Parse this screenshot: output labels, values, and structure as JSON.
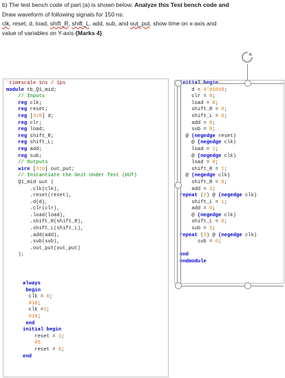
{
  "question": {
    "line1_pre": "b) The test bench code of part (a) is shown below. ",
    "line1_bold": "Analyze this Test bench code and",
    "line2": "Draw waveform of following signals for 150 ns:",
    "line3": [
      {
        "t": "clk",
        "w": true
      },
      {
        "t": ", reset, d, load, ",
        "w": false
      },
      {
        "t": "shift_R",
        "w": true
      },
      {
        "t": ", ",
        "w": false
      },
      {
        "t": "shift_L",
        "w": true
      },
      {
        "t": ", add, sub, and ",
        "w": false
      },
      {
        "t": "out_put",
        "w": true
      },
      {
        "t": ", show time on x-axis and",
        "w": false
      }
    ],
    "line4_pre": "value of variables on Y-axis ",
    "line4_bold": "{Marks 4}"
  },
  "left_code": [
    [
      [
        "st",
        "`timescale 1ns / 1ps"
      ]
    ],
    [
      [
        "kw",
        "module"
      ],
      [
        "pl",
        " tb_Q1_mid;"
      ]
    ],
    [
      [
        "cm",
        "    // Inputs"
      ]
    ],
    [
      [
        "kw",
        "    reg"
      ],
      [
        "pl",
        " clk;"
      ]
    ],
    [
      [
        "kw",
        "    reg"
      ],
      [
        "pl",
        " reset;"
      ]
    ],
    [
      [
        "kw",
        "    reg"
      ],
      [
        "pl",
        " ["
      ],
      [
        "nm",
        "3"
      ],
      [
        "pl",
        ":"
      ],
      [
        "nm",
        "0"
      ],
      [
        "pl",
        "] d;"
      ]
    ],
    [
      [
        "kw",
        "    reg"
      ],
      [
        "pl",
        " clr;"
      ]
    ],
    [
      [
        "kw",
        "    reg"
      ],
      [
        "pl",
        " load;"
      ]
    ],
    [
      [
        "kw",
        "    reg"
      ],
      [
        "pl",
        " shift_R;"
      ]
    ],
    [
      [
        "kw",
        "    reg"
      ],
      [
        "pl",
        " shift_L;"
      ]
    ],
    [
      [
        "kw",
        "    reg"
      ],
      [
        "pl",
        " add;"
      ]
    ],
    [
      [
        "kw",
        "    reg"
      ],
      [
        "pl",
        " sub;"
      ]
    ],
    [
      [
        "cm",
        "    // Outputs"
      ]
    ],
    [
      [
        "kw",
        "    wire"
      ],
      [
        "pl",
        " ["
      ],
      [
        "nm",
        "3"
      ],
      [
        "pl",
        ":"
      ],
      [
        "nm",
        "0"
      ],
      [
        "pl",
        "] out_put;"
      ]
    ],
    [
      [
        "cm",
        "    // Instantiate the Unit Under Test (UUT)"
      ]
    ],
    [
      [
        "pl",
        "    Q1_mid uut ("
      ]
    ],
    [
      [
        "pl",
        "        .clk(clk),"
      ]
    ],
    [
      [
        "pl",
        "        .reset(reset),"
      ]
    ],
    [
      [
        "pl",
        "        .d(d),"
      ]
    ],
    [
      [
        "pl",
        "        .clr(clr),"
      ]
    ],
    [
      [
        "pl",
        "        .load(load),"
      ]
    ],
    [
      [
        "pl",
        "        .shift_R(shift_R),"
      ]
    ],
    [
      [
        "pl",
        "        .shift_L(shift_L),"
      ]
    ],
    [
      [
        "pl",
        "        .add(add),"
      ]
    ],
    [
      [
        "pl",
        "        .sub(sub),"
      ]
    ],
    [
      [
        "pl",
        "        .out_put(out_put)"
      ]
    ],
    [
      [
        "pl",
        "    );"
      ]
    ]
  ],
  "left_code2": [
    [
      [
        "kw",
        "always"
      ]
    ],
    [
      [
        "kw",
        " begin"
      ]
    ],
    [
      [
        "pl",
        "  clk = "
      ],
      [
        "nm",
        "0"
      ],
      [
        "pl",
        ";"
      ]
    ],
    [
      [
        "pl",
        "  "
      ],
      [
        "nm",
        "#10"
      ],
      [
        "pl",
        ";"
      ]
    ],
    [
      [
        "pl",
        "  clk ="
      ],
      [
        "nm",
        "1"
      ],
      [
        "pl",
        ";"
      ]
    ],
    [
      [
        "pl",
        "  "
      ],
      [
        "nm",
        "#10"
      ],
      [
        "pl",
        ";"
      ]
    ],
    [
      [
        "kw",
        " end"
      ]
    ],
    [
      [
        "kw",
        "initial begin"
      ]
    ],
    [
      [
        "pl",
        "    reset = "
      ],
      [
        "nm",
        "1"
      ],
      [
        "pl",
        ";"
      ]
    ],
    [
      [
        "pl",
        "    "
      ],
      [
        "nm",
        "#5"
      ]
    ],
    [
      [
        "pl",
        "    reset = "
      ],
      [
        "nm",
        "0"
      ],
      [
        "pl",
        ";"
      ]
    ],
    [
      [
        "kw",
        "end"
      ]
    ]
  ],
  "right_code": [
    [
      [
        "kw",
        "initial begin"
      ]
    ],
    [
      [
        "pl",
        "    d = "
      ],
      [
        "nm",
        "4'b1010"
      ],
      [
        "pl",
        ";"
      ]
    ],
    [
      [
        "pl",
        "    clr = "
      ],
      [
        "nm",
        "0"
      ],
      [
        "pl",
        ";"
      ]
    ],
    [
      [
        "pl",
        "    load = "
      ],
      [
        "nm",
        "0"
      ],
      [
        "pl",
        ";"
      ]
    ],
    [
      [
        "pl",
        "    shift_R = "
      ],
      [
        "nm",
        "0"
      ],
      [
        "pl",
        ";"
      ]
    ],
    [
      [
        "pl",
        "    shift_L = "
      ],
      [
        "nm",
        "0"
      ],
      [
        "pl",
        ";"
      ]
    ],
    [
      [
        "pl",
        "    add = "
      ],
      [
        "nm",
        "0"
      ],
      [
        "pl",
        ";"
      ]
    ],
    [
      [
        "pl",
        "    sub = "
      ],
      [
        "nm",
        "0"
      ],
      [
        "pl",
        ";"
      ]
    ],
    [
      [
        "pl",
        "  @ "
      ],
      [
        "kw",
        "(negedge"
      ],
      [
        "pl",
        " reset)"
      ]
    ],
    [
      [
        "pl",
        "    @ "
      ],
      [
        "kw",
        "(negedge"
      ],
      [
        "pl",
        " clk)"
      ]
    ],
    [
      [
        "pl",
        "    load = "
      ],
      [
        "nm",
        "1"
      ],
      [
        "pl",
        ";"
      ]
    ],
    [
      [
        "pl",
        "    @ "
      ],
      [
        "kw",
        "(negedge"
      ],
      [
        "pl",
        " clk)"
      ]
    ],
    [
      [
        "pl",
        "    load = "
      ],
      [
        "nm",
        "0"
      ],
      [
        "pl",
        ";"
      ]
    ],
    [
      [
        "pl",
        "    shift_R = "
      ],
      [
        "nm",
        "1"
      ],
      [
        "pl",
        ";"
      ]
    ],
    [
      [
        "pl",
        "  @ "
      ],
      [
        "kw",
        "(negedge"
      ],
      [
        "pl",
        " clk)"
      ]
    ],
    [
      [
        "pl",
        "    shift_R = "
      ],
      [
        "nm",
        "0"
      ],
      [
        "pl",
        ";"
      ]
    ],
    [
      [
        "pl",
        "    add = "
      ],
      [
        "nm",
        "1"
      ],
      [
        "pl",
        ";"
      ]
    ],
    [
      [
        "kw",
        "repeat"
      ],
      [
        "pl",
        " ("
      ],
      [
        "nm",
        "2"
      ],
      [
        "pl",
        ") @ "
      ],
      [
        "kw",
        "(negedge"
      ],
      [
        "pl",
        " clk)"
      ]
    ],
    [
      [
        "pl",
        "    shift_L = "
      ],
      [
        "nm",
        "1"
      ],
      [
        "pl",
        ";"
      ]
    ],
    [
      [
        "pl",
        "    add = "
      ],
      [
        "nm",
        "0"
      ],
      [
        "pl",
        ";"
      ]
    ],
    [
      [
        "pl",
        "    @ "
      ],
      [
        "kw",
        "(negedge"
      ],
      [
        "pl",
        " clk)"
      ]
    ],
    [
      [
        "pl",
        "    shift_L = "
      ],
      [
        "nm",
        "0"
      ],
      [
        "pl",
        ";"
      ]
    ],
    [
      [
        "pl",
        "    sub = "
      ],
      [
        "nm",
        "1"
      ],
      [
        "pl",
        ";"
      ]
    ],
    [
      [
        "kw",
        "repeat"
      ],
      [
        "pl",
        " ("
      ],
      [
        "nm",
        "3"
      ],
      [
        "pl",
        ") @ "
      ],
      [
        "kw",
        "(negedge"
      ],
      [
        "pl",
        " clk)"
      ]
    ],
    [
      [
        "pl",
        "      sub = "
      ],
      [
        "nm",
        "0"
      ],
      [
        "pl",
        ";"
      ]
    ],
    [
      [
        "pl",
        " "
      ]
    ],
    [
      [
        "kw",
        "end"
      ]
    ],
    [
      [
        "kw",
        "endmodule"
      ]
    ]
  ]
}
